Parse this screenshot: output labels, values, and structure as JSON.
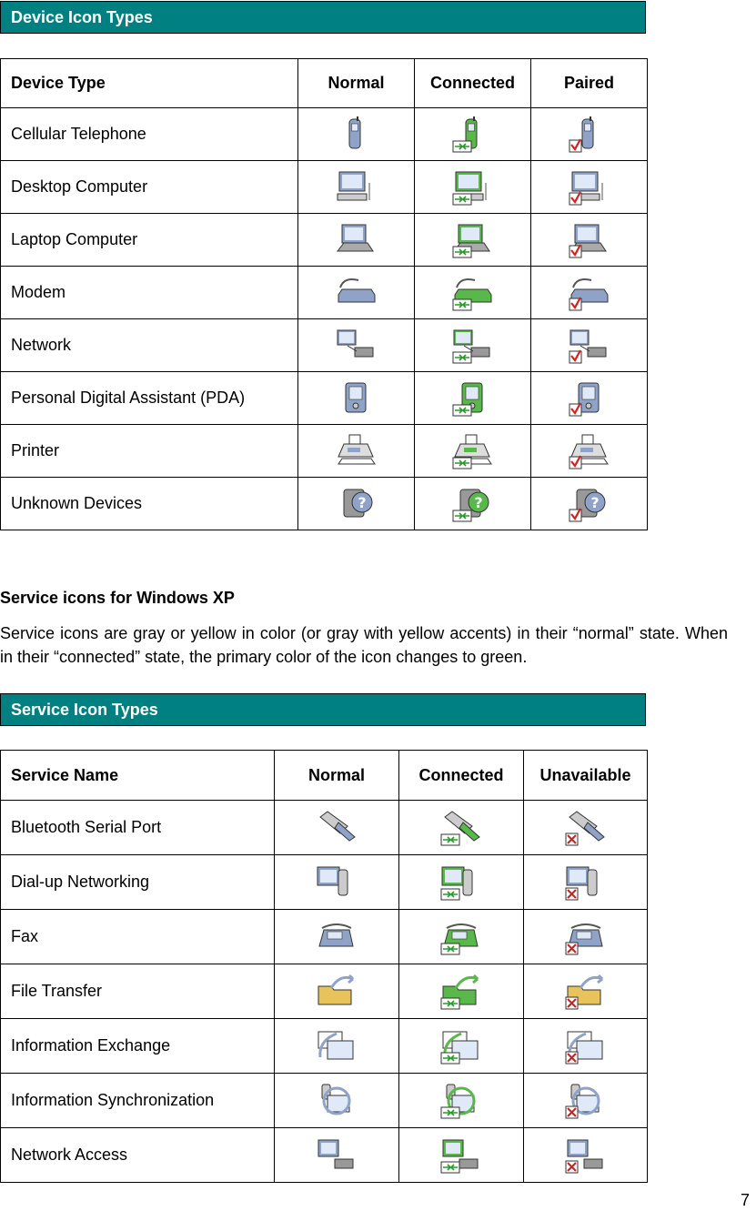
{
  "device_section": {
    "bar_title": "Device Icon Types",
    "headers": [
      "Device Type",
      "Normal",
      "Connected",
      "Paired"
    ],
    "rows": [
      {
        "name": "Cellular Telephone",
        "icon": "phone"
      },
      {
        "name": "Desktop Computer",
        "icon": "desktop"
      },
      {
        "name": "Laptop Computer",
        "icon": "laptop"
      },
      {
        "name": "Modem",
        "icon": "modem"
      },
      {
        "name": "Network",
        "icon": "network"
      },
      {
        "name": "Personal Digital Assistant (PDA)",
        "icon": "pda"
      },
      {
        "name": "Printer",
        "icon": "printer"
      },
      {
        "name": "Unknown Devices",
        "icon": "unknown"
      }
    ],
    "states": [
      "normal",
      "connected",
      "paired"
    ]
  },
  "service_intro": {
    "heading": "Service icons for Windows XP",
    "paragraph": "Service icons are gray or yellow in color (or gray with yellow accents) in their “normal” state. When in their “connected” state, the primary color of the icon changes to green."
  },
  "service_section": {
    "bar_title": "Service Icon Types",
    "headers": [
      "Service Name",
      "Normal",
      "Connected",
      "Unavailable"
    ],
    "rows": [
      {
        "name": "Bluetooth Serial Port",
        "icon": "serial"
      },
      {
        "name": "Dial-up Networking",
        "icon": "dialup"
      },
      {
        "name": "Fax",
        "icon": "fax"
      },
      {
        "name": "File Transfer",
        "icon": "filetransfer"
      },
      {
        "name": "Information Exchange",
        "icon": "infoexchange"
      },
      {
        "name": "Information Synchronization",
        "icon": "infosync"
      },
      {
        "name": "Network Access",
        "icon": "networkaccess"
      }
    ],
    "states": [
      "normal",
      "connected",
      "unavailable"
    ]
  },
  "colors": {
    "bar": "#008080",
    "normal_primary": "#8fa3c8",
    "normal_accent": "#e8c25a",
    "connected_primary": "#59b84a",
    "arrow_green": "#2a9a2a",
    "check_red": "#d42020"
  },
  "page_number": "7"
}
